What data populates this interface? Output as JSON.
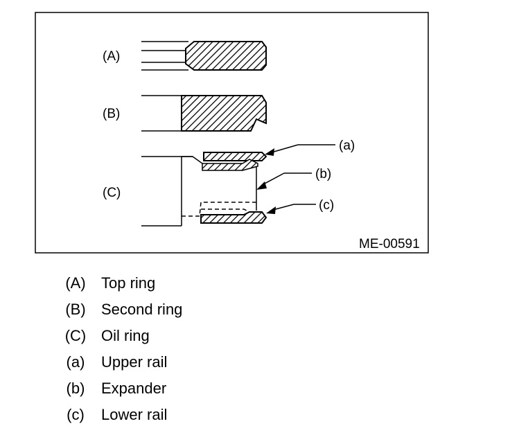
{
  "figure": {
    "code": "ME-00591",
    "labels": {
      "A": "(A)",
      "B": "(B)",
      "C": "(C)",
      "a": "(a)",
      "b": "(b)",
      "c": "(c)"
    }
  },
  "legend": [
    {
      "key": "(A)",
      "desc": "Top ring"
    },
    {
      "key": "(B)",
      "desc": "Second ring"
    },
    {
      "key": "(C)",
      "desc": "Oil ring"
    },
    {
      "key": "(a)",
      "desc": "Upper rail"
    },
    {
      "key": "(b)",
      "desc": "Expander"
    },
    {
      "key": "(c)",
      "desc": "Lower rail"
    }
  ]
}
